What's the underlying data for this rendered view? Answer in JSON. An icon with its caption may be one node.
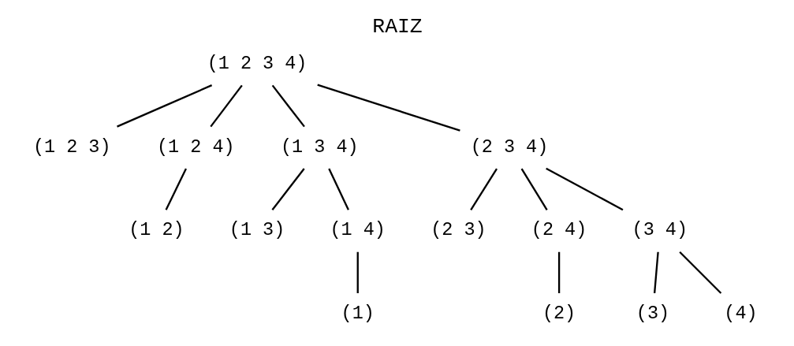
{
  "diagram": {
    "title": "RAIZ",
    "nodes": [
      {
        "text": [
          "(1 2 3 4)"
        ]
      },
      {
        "text": [
          "(1 2 3)"
        ]
      },
      {
        "text": [
          "(1 2 4)"
        ]
      },
      {
        "text": [
          "(1 3 4)"
        ]
      },
      {
        "text": [
          "(2 3 4)"
        ]
      },
      {
        "text": [
          "(1 2)"
        ]
      },
      {
        "text": [
          "(1 3)"
        ]
      },
      {
        "text": [
          "(1 4)"
        ]
      },
      {
        "text": [
          "(2 3)"
        ]
      },
      {
        "text": [
          "(2 4)"
        ]
      },
      {
        "text": [
          "(3 4)"
        ]
      },
      {
        "text": [
          "(1)"
        ]
      },
      {
        "text": [
          "(2)"
        ]
      },
      {
        "text": [
          "(3)"
        ]
      },
      {
        "text": [
          "(4)"
        ]
      }
    ],
    "edges": [
      {
        "from": 0,
        "to": 1,
        "arrow": "none"
      },
      {
        "from": 0,
        "to": 2,
        "arrow": "none"
      },
      {
        "from": 0,
        "to": 3,
        "arrow": "none"
      },
      {
        "from": 0,
        "to": 4,
        "arrow": "none"
      },
      {
        "from": 2,
        "to": 5,
        "arrow": "none"
      },
      {
        "from": 3,
        "to": 6,
        "arrow": "none"
      },
      {
        "from": 3,
        "to": 7,
        "arrow": "none"
      },
      {
        "from": 4,
        "to": 8,
        "arrow": "none"
      },
      {
        "from": 4,
        "to": 9,
        "arrow": "none"
      },
      {
        "from": 4,
        "to": 10,
        "arrow": "none"
      },
      {
        "from": 7,
        "to": 11,
        "arrow": "none"
      },
      {
        "from": 9,
        "to": 12,
        "arrow": "none"
      },
      {
        "from": 10,
        "to": 13,
        "arrow": "none"
      },
      {
        "from": 10,
        "to": 14,
        "arrow": "none"
      }
    ]
  }
}
